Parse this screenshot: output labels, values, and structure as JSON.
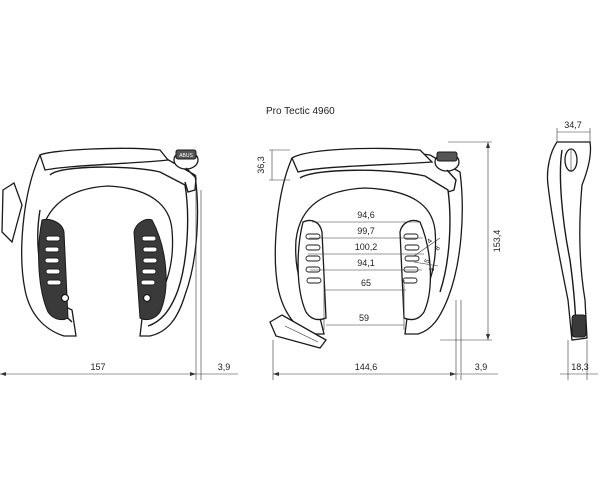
{
  "title": "Pro Tectic 4960",
  "brand_mark": "ABUS",
  "dimensions": {
    "width_front": "157",
    "offset_front": "3,9",
    "height_top": "36,3",
    "inner_1": "94,6",
    "inner_2": "99,7",
    "inner_3": "100,2",
    "inner_4": "94,1",
    "inner_5": "65",
    "inner_6": "59",
    "arc_1": "4",
    "arc_2": "8",
    "arc_3": "5",
    "arc_4": "5",
    "height_total": "153,4",
    "width_back": "144,6",
    "offset_back": "3,9",
    "side_top": "34,7",
    "side_bottom": "18,3"
  }
}
